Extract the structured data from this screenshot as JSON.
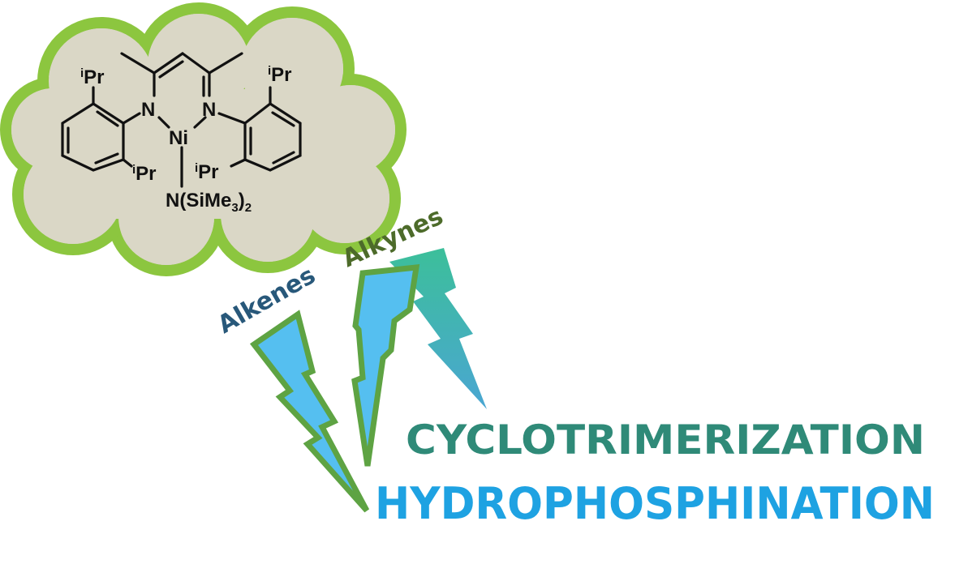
{
  "molecule": {
    "substituent_label": "Pr",
    "substituent_superscript": "i",
    "n_label": "N",
    "metal_label": "Ni",
    "ligand_label_main": "N(SiMe",
    "ligand_sub_1": "3",
    "ligand_close": ")",
    "ligand_sub_2": "2"
  },
  "substrates": {
    "alkenes": "Alkenes",
    "alkynes": "Alkynes"
  },
  "reactions": {
    "first": "CYCLOTRIMERIZATION",
    "second": "HYDROPHOSPHINATION"
  },
  "colors": {
    "cloud_fill": "#dad7c6",
    "cloud_stroke": "#8cc63f",
    "bolt_fill": "#55bff0",
    "bolt_stroke": "#5ea343",
    "teal_bolt_top": "#3cbf9a",
    "teal_bolt_bottom": "#4aa6d2",
    "alkenes_text": "#28587a",
    "alkynes_text": "#4d6b2a",
    "cyclo_text": "#2f8a78",
    "hydro_text": "#1ea2e2"
  }
}
